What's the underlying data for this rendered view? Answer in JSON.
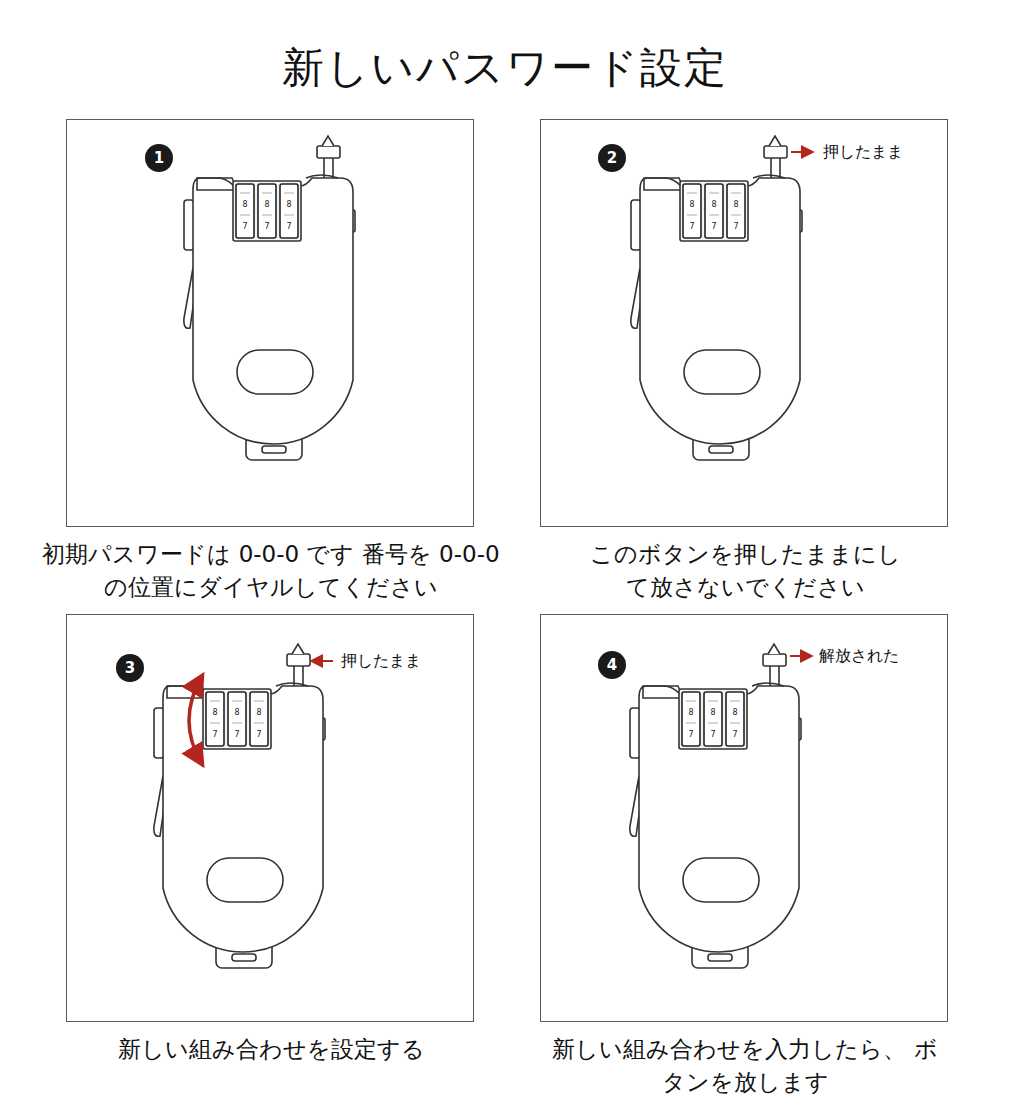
{
  "diagram": {
    "title": "新しいパスワード設定",
    "nodes": [
      {
        "text": [
          "1",
          "初期パスワードは 0-0-0 です 番号を 0-0-0 の位置にダイヤルしてください"
        ]
      },
      {
        "text": [
          "2",
          "押したまま",
          "このボタンを押したままにし て放さないでください"
        ]
      },
      {
        "text": [
          "3",
          "押したまま",
          "新しい組み合わせを設定する"
        ]
      },
      {
        "text": [
          "4",
          "解放された",
          "新しい組み合わせを入力したら、 ボタンを放します"
        ]
      }
    ],
    "labels": [
      "8",
      "8",
      "8",
      "7",
      "7",
      "7",
      "8",
      "8",
      "8",
      "7",
      "7",
      "7",
      "8",
      "8",
      "8",
      "7",
      "7",
      "7",
      "8",
      "8",
      "8",
      "7",
      "7",
      "7"
    ]
  }
}
